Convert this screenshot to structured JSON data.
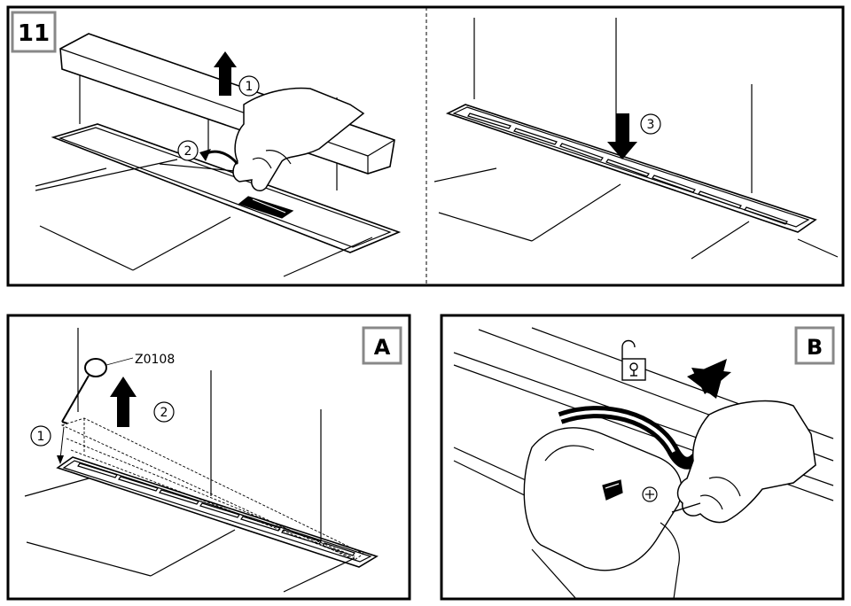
{
  "step": {
    "number": "11"
  },
  "top": {
    "callouts": [
      "1",
      "2",
      "3"
    ]
  },
  "panel_a": {
    "badge": "A",
    "part_code": "Z0108",
    "callouts": [
      "1",
      "2"
    ]
  },
  "panel_b": {
    "badge": "B",
    "unlock_icon": "unlock-padlock-icon"
  }
}
